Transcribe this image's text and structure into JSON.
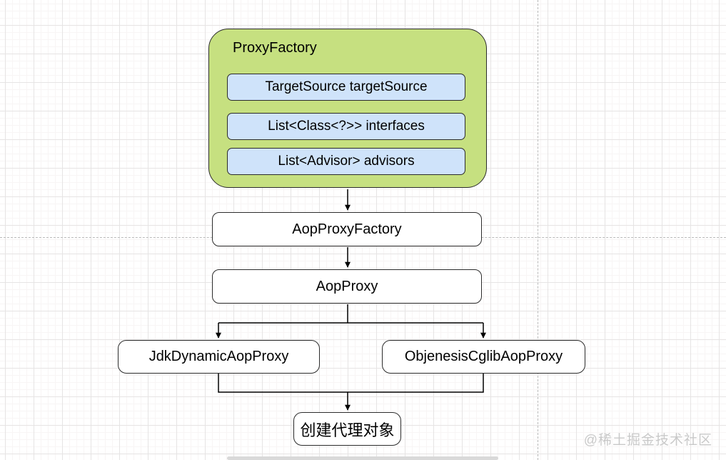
{
  "diagram": {
    "proxy_factory": {
      "title": "ProxyFactory",
      "fields": [
        "TargetSource targetSource",
        "List<Class<?>> interfaces",
        "List<Advisor> advisors"
      ]
    },
    "nodes": {
      "aop_proxy_factory": "AopProxyFactory",
      "aop_proxy": "AopProxy",
      "jdk_dynamic_aop_proxy": "JdkDynamicAopProxy",
      "objenesis_cglib_aop_proxy": "ObjenesisCglibAopProxy",
      "create_proxy_object": "创建代理对象"
    },
    "colors": {
      "container_fill": "#c6e080",
      "field_fill": "#cfe3fa",
      "node_fill": "#ffffff",
      "stroke": "#2b2b2b",
      "connector": "#000000",
      "grid_major": "#e6e4e4",
      "grid_minor": "#f8f5f5",
      "page_boundary": "#b9b9b9"
    }
  },
  "watermark": "@稀土掘金技术社区"
}
